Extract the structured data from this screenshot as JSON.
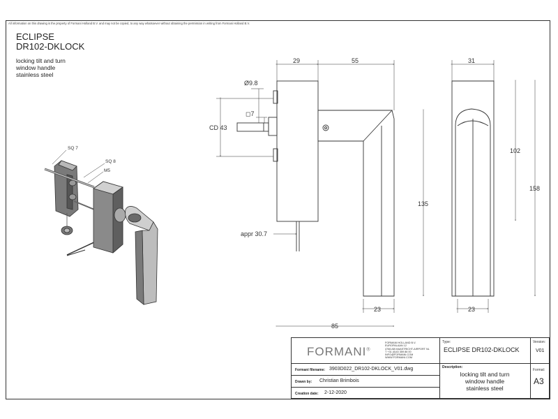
{
  "sheet": {
    "disclaimer": "All information on this drawing is the property of Formani Holland B.V. and may not be copied, to any way whatsoever without obtaining the permission in writing from Formani Holland B.V."
  },
  "product": {
    "name": "ECLIPSE",
    "code": "DR102-DKLOCK",
    "description": [
      "locking tilt and turn",
      "window handle",
      "stainless steel"
    ]
  },
  "isometric": {
    "labels": [
      "SQ 7",
      "SQ 8",
      "M5"
    ]
  },
  "dimensions": {
    "top_29": "29",
    "top_55": "55",
    "top_31": "31",
    "dia": "Ø9.8",
    "sq7": "◻7",
    "cd": "CD 43",
    "h135": "135",
    "h102": "102",
    "h158": "158",
    "appr": "appr 30.7",
    "w23a": "23",
    "w23b": "23",
    "w85": "85"
  },
  "title_block": {
    "logo": "FORMANI",
    "logo_mark": "®",
    "company": "FORMANI HOLLAND B.V.\nEUROPALAAN 12\n4766 AB MAASTRICHT-AIRPORT NL\nT +31 (0)43 359 86 00\nINFO@FORMANI.COM\nWWW.FORMANI.COM",
    "type_label": "Type:",
    "type_value": "ECLIPSE DR102-DKLOCK",
    "version_label": "Version:",
    "version_value": "V01",
    "filename_label": "Formani filename:",
    "filename_value": "3903D022_DR102-DKLOCK_V01.dwg",
    "drawn_label": "Drawn by:",
    "drawn_value": "Christian Brimbois",
    "date_label": "Creation date:",
    "date_value": "2-12-2020",
    "desc_label": "Description:",
    "desc_lines": [
      "locking tilt and turn",
      "window handle",
      "stainless steel"
    ],
    "format_label": "Format:",
    "format_value": "A3"
  }
}
